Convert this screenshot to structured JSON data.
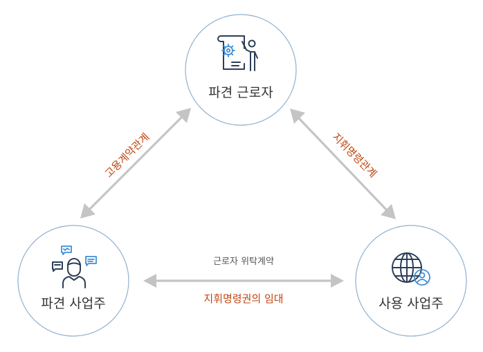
{
  "nodes": {
    "dispatched_worker": {
      "label": "파견 근로자",
      "icon": "presenter-document-gear-icon"
    },
    "dispatching_employer": {
      "label": "파견 사업주",
      "icon": "person-speech-bubbles-icon"
    },
    "using_employer": {
      "label": "사용 사업주",
      "icon": "globe-user-icon"
    }
  },
  "relations": {
    "employment_contract": "고용계약관계",
    "command_order": "지휘명령관계",
    "worker_consignment": "근로자 위탁계약",
    "command_lease": "지휘명령권의 임대"
  },
  "colors": {
    "circle_stroke": "#8fb0cf",
    "relation_text": "#c1440e",
    "arrow": "#c4c4c4",
    "icon_dark": "#2c3e57",
    "icon_accent": "#3f8fd6"
  }
}
